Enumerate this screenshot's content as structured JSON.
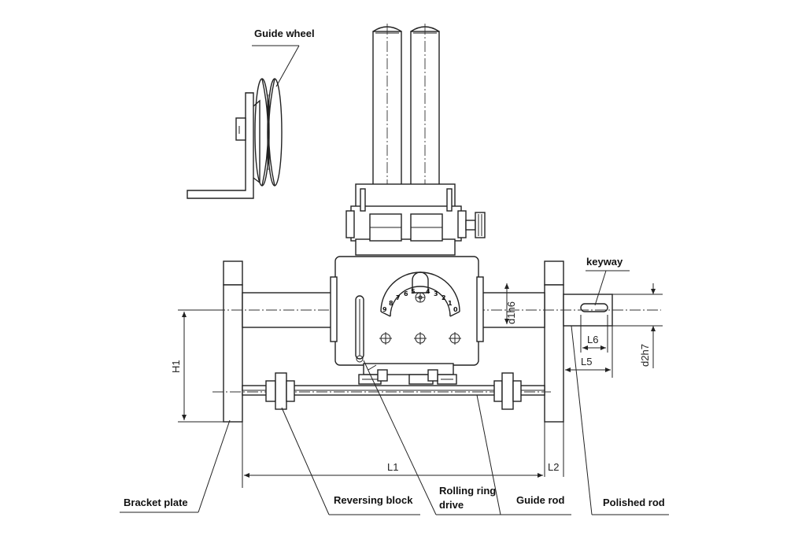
{
  "labels": {
    "guide_wheel": "Guide wheel",
    "keyway": "keyway",
    "bracket_plate": "Bracket plate",
    "reversing_block": "Reversing block",
    "rolling_ring_line1": "Rolling ring",
    "rolling_ring_line2": "drive",
    "guide_rod": "Guide rod",
    "polished_rod": "Polished rod"
  },
  "dimensions": {
    "d1": "d1h6",
    "d2": "d2h7",
    "h1": "H1",
    "l1": "L1",
    "l2": "L2",
    "l5": "L5",
    "l6": "L6"
  },
  "dial_ticks": [
    "9",
    "8",
    "7",
    "6",
    "5",
    "4",
    "3",
    "2",
    "1",
    "0"
  ]
}
